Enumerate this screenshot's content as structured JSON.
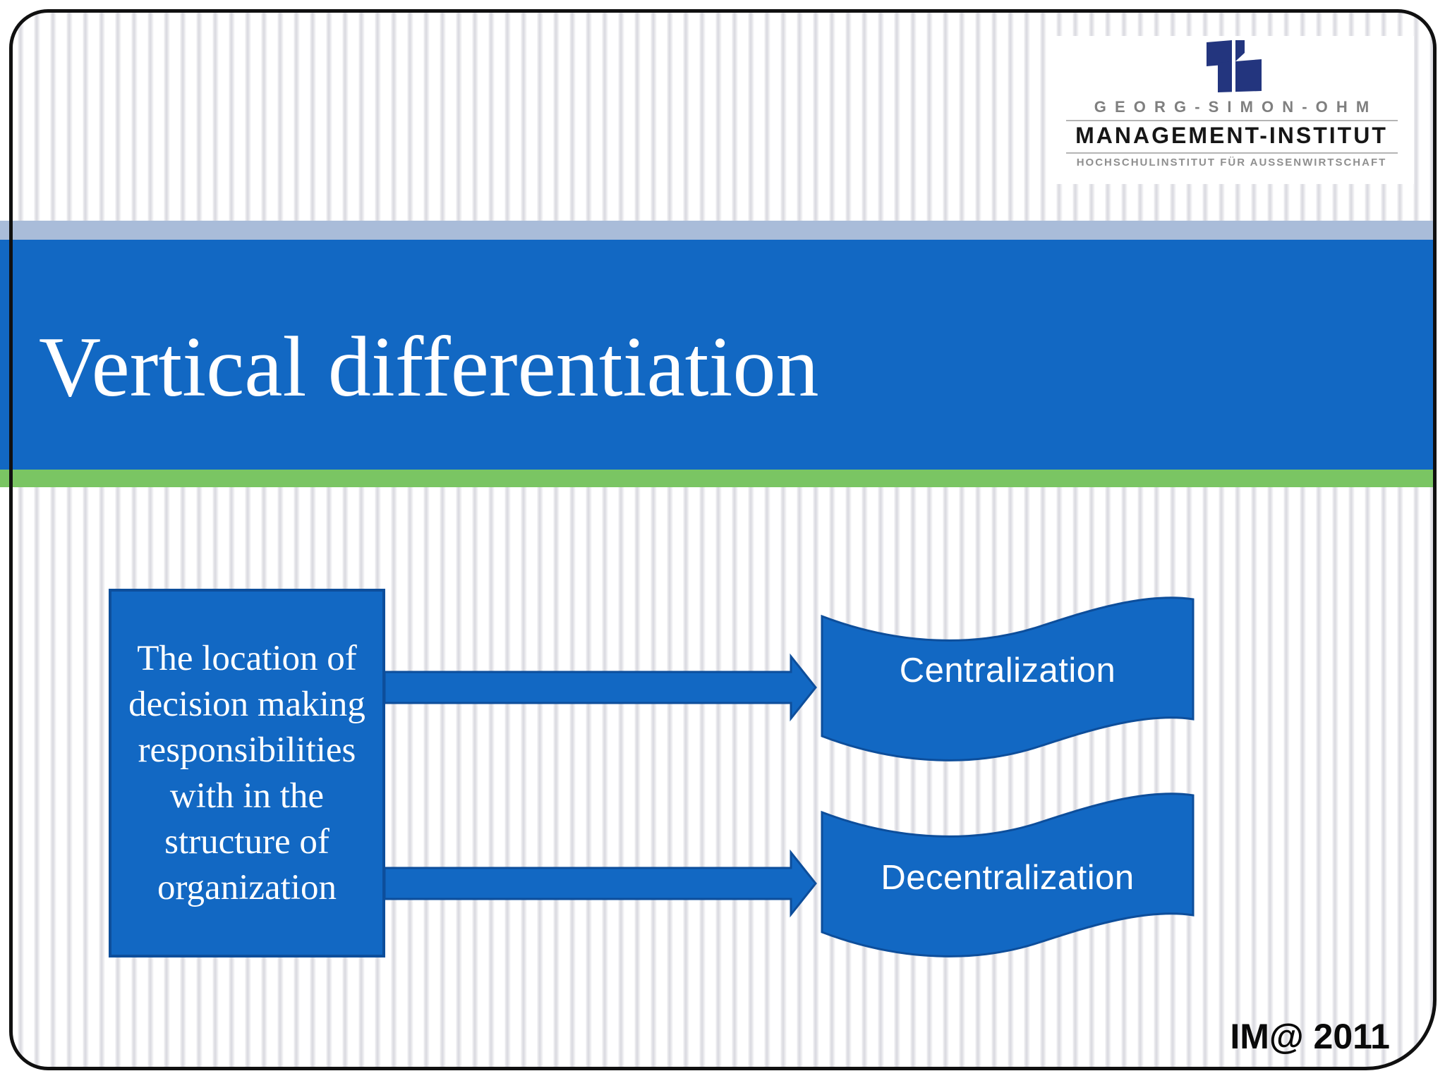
{
  "slide": {
    "title": "Vertical differentiation",
    "footer": "IM@ 2011"
  },
  "logo": {
    "line1": "GEORG-SIMON-OHM",
    "line2": "MANAGEMENT-INSTITUT",
    "line3": "HOCHSCHULINSTITUT FÜR AUSSENWIRTSCHAFT",
    "mark_icon": "institute-mark-icon"
  },
  "diagram": {
    "source_box_lines": [
      "The location of",
      "decision making",
      "responsibilities",
      "with in the",
      "structure of",
      "organization"
    ],
    "targets": [
      "Centralization",
      "Decentralization"
    ]
  },
  "colors": {
    "accent_blue": "#1268c3",
    "outline_blue": "#0d4e9b",
    "band_light": "#a9bcd9",
    "band_green": "#7ac563",
    "navy": "#23357e"
  }
}
